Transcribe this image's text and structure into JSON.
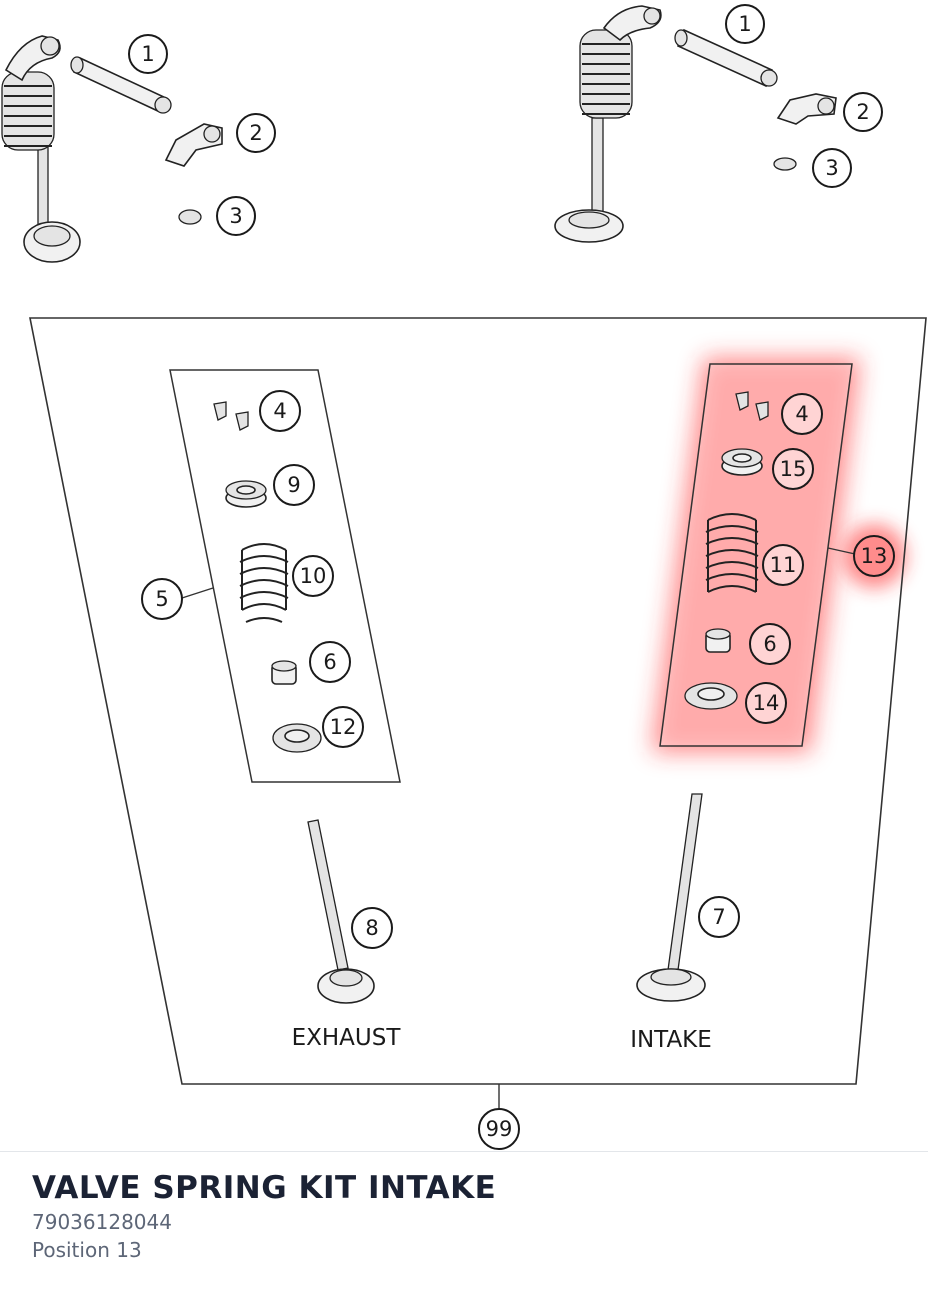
{
  "diagram": {
    "callouts": {
      "top_left": [
        "1",
        "2",
        "3"
      ],
      "top_right": [
        "1",
        "2",
        "3"
      ],
      "exhaust_kit": [
        "4",
        "9",
        "10",
        "6",
        "12"
      ],
      "exhaust_kit_number": "5",
      "intake_kit": [
        "4",
        "15",
        "11",
        "6",
        "14"
      ],
      "intake_kit_number": "13",
      "exhaust_valve": "8",
      "intake_valve": "7",
      "overall_kit": "99"
    },
    "labels": {
      "exhaust": "EXHAUST",
      "intake": "INTAKE"
    },
    "highlight_color": "#ff0000"
  },
  "part": {
    "title": "VALVE SPRING KIT INTAKE",
    "number": "79036128044",
    "position": "Position 13"
  }
}
